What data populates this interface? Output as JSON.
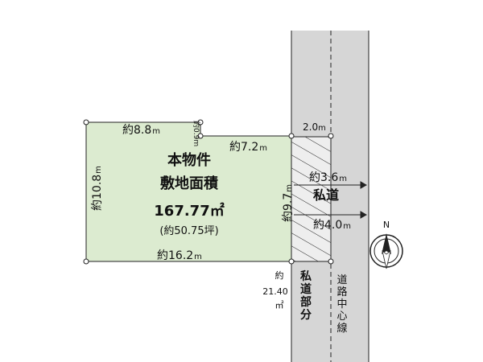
{
  "property": {
    "title_line1": "本物件",
    "title_line2": "敷地面積",
    "area_m2": "167.77㎡",
    "area_tsubo": "(約50.75坪)"
  },
  "dimensions": {
    "top_left": "約8.8",
    "top_left_unit": "m",
    "notch": "約0.9",
    "notch_unit": "m",
    "top_right": "約7.2",
    "top_right_unit": "m",
    "left": "約10.8",
    "left_unit": "m",
    "bottom": "約16.2",
    "bottom_unit": "m",
    "right": "約9.7",
    "right_unit": "m",
    "road_private_width": "2.0",
    "road_private_width_unit": "m",
    "road_width_1": "約3.6",
    "road_width_1_unit": "m",
    "road_width_2": "約4.0",
    "road_width_2_unit": "m"
  },
  "road": {
    "private_road": "私道",
    "private_road_portion": [
      "私",
      "道",
      "部",
      "分"
    ],
    "centerline": [
      "道",
      "路",
      "中",
      "心",
      "線"
    ],
    "portion_area_line1": "約",
    "portion_area_line2": "21.40",
    "portion_area_line3": "㎡"
  },
  "compass": {
    "north_label": "N"
  },
  "colors": {
    "lot_fill": "#dcebd0",
    "road_fill": "#d6d6d6",
    "line": "#222222"
  }
}
